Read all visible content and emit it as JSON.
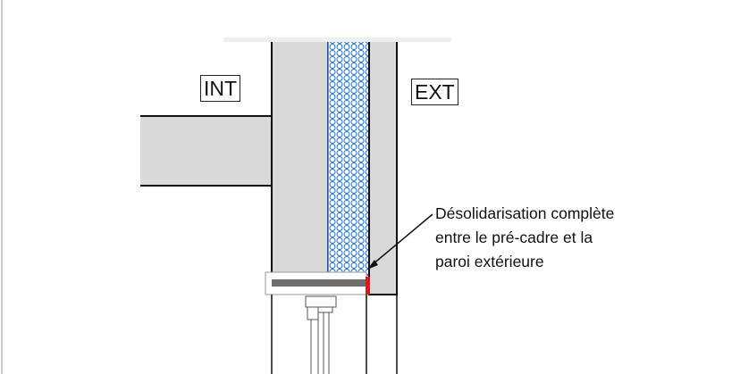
{
  "labels": {
    "interior": "INT",
    "exterior": "EXT"
  },
  "annotation": {
    "lines": [
      "Désolidarisation complète",
      "entre le pré-cadre et la",
      "paroi extérieure"
    ]
  },
  "colors": {
    "concrete": "#d9d9d9",
    "insulation": "#1e6fd6",
    "joint": "#e8101a",
    "stroke": "#111111",
    "frame": "#6e6e6e"
  }
}
